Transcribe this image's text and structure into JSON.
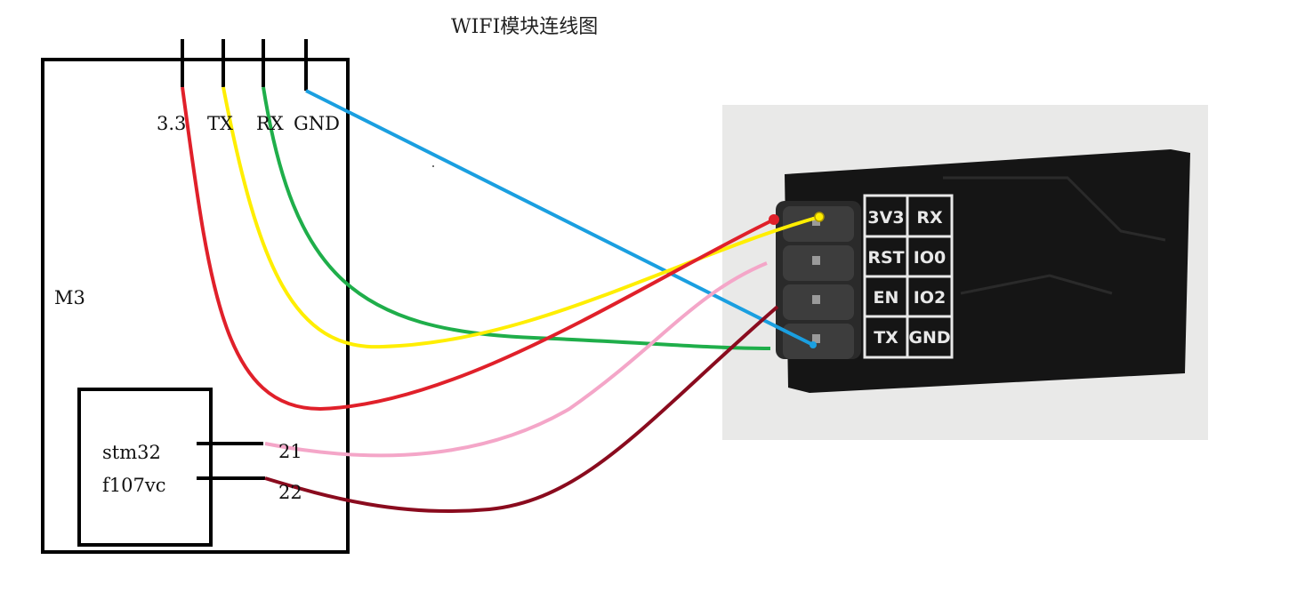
{
  "title": "WIFI模块连线图",
  "m3": {
    "label": "M3",
    "pins": [
      "3.3",
      "TX",
      "RX",
      "GND"
    ],
    "chip": {
      "line1": "stm32",
      "line2": "f107vc"
    },
    "chip_pins": [
      "21",
      "22"
    ]
  },
  "module": {
    "silkscreen": [
      [
        "3V3",
        "RX"
      ],
      [
        "RST",
        "IO0"
      ],
      [
        "EN",
        "IO2"
      ],
      [
        "TX",
        "GND"
      ]
    ]
  },
  "wires": [
    {
      "from": "3.3",
      "to": "3V3",
      "color": "#e0202a"
    },
    {
      "from": "TX",
      "to": "RX",
      "color": "#ffee00"
    },
    {
      "from": "RX",
      "to": "TX",
      "color": "#1fae4a"
    },
    {
      "from": "GND",
      "to": "GND",
      "color": "#1a9fe0"
    },
    {
      "from": "21",
      "to": "RST",
      "color": "#f4a6c8"
    },
    {
      "from": "22",
      "to": "EN",
      "color": "#8a0b1e"
    }
  ]
}
